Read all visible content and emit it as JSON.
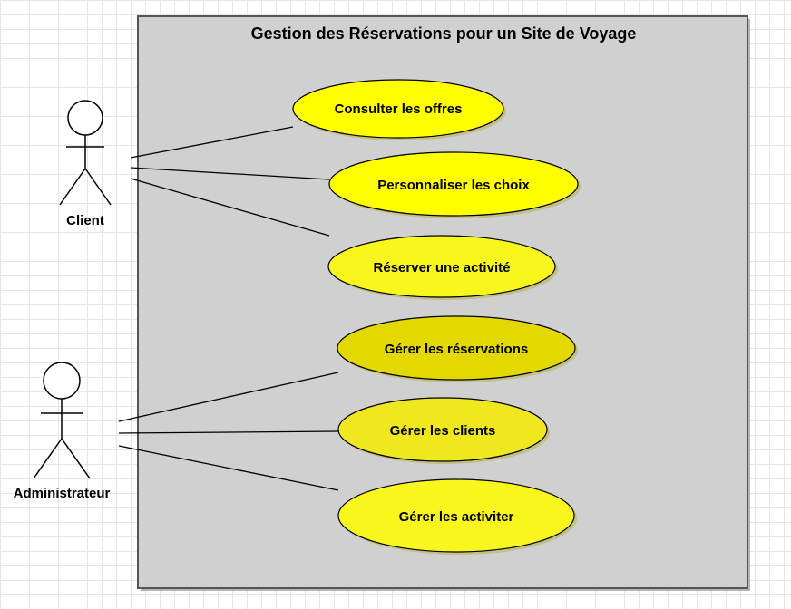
{
  "system": {
    "title": "Gestion des Réservations pour un Site de Voyage"
  },
  "actors": [
    {
      "label": "Client"
    },
    {
      "label": "Administrateur"
    }
  ],
  "use_cases": [
    {
      "label": "Consulter les offres",
      "actor": 0,
      "fill": "#ffff00"
    },
    {
      "label": "Personnaliser les choix",
      "actor": 0,
      "fill": "#ffff00"
    },
    {
      "label": "Réserver une activité",
      "actor": 0,
      "fill": "#f9f61e"
    },
    {
      "label": "Gérer les réservations",
      "actor": 1,
      "fill": "#e3d900"
    },
    {
      "label": "Gérer les clients",
      "actor": 1,
      "fill": "#f0e81e"
    },
    {
      "label": "Gérer les activiter",
      "actor": 1,
      "fill": "#f9f61e"
    }
  ],
  "colors": {
    "system_fill": "#d0d0d0",
    "system_border": "#555555",
    "line": "#000000",
    "actor_fill": "#ffffff"
  }
}
